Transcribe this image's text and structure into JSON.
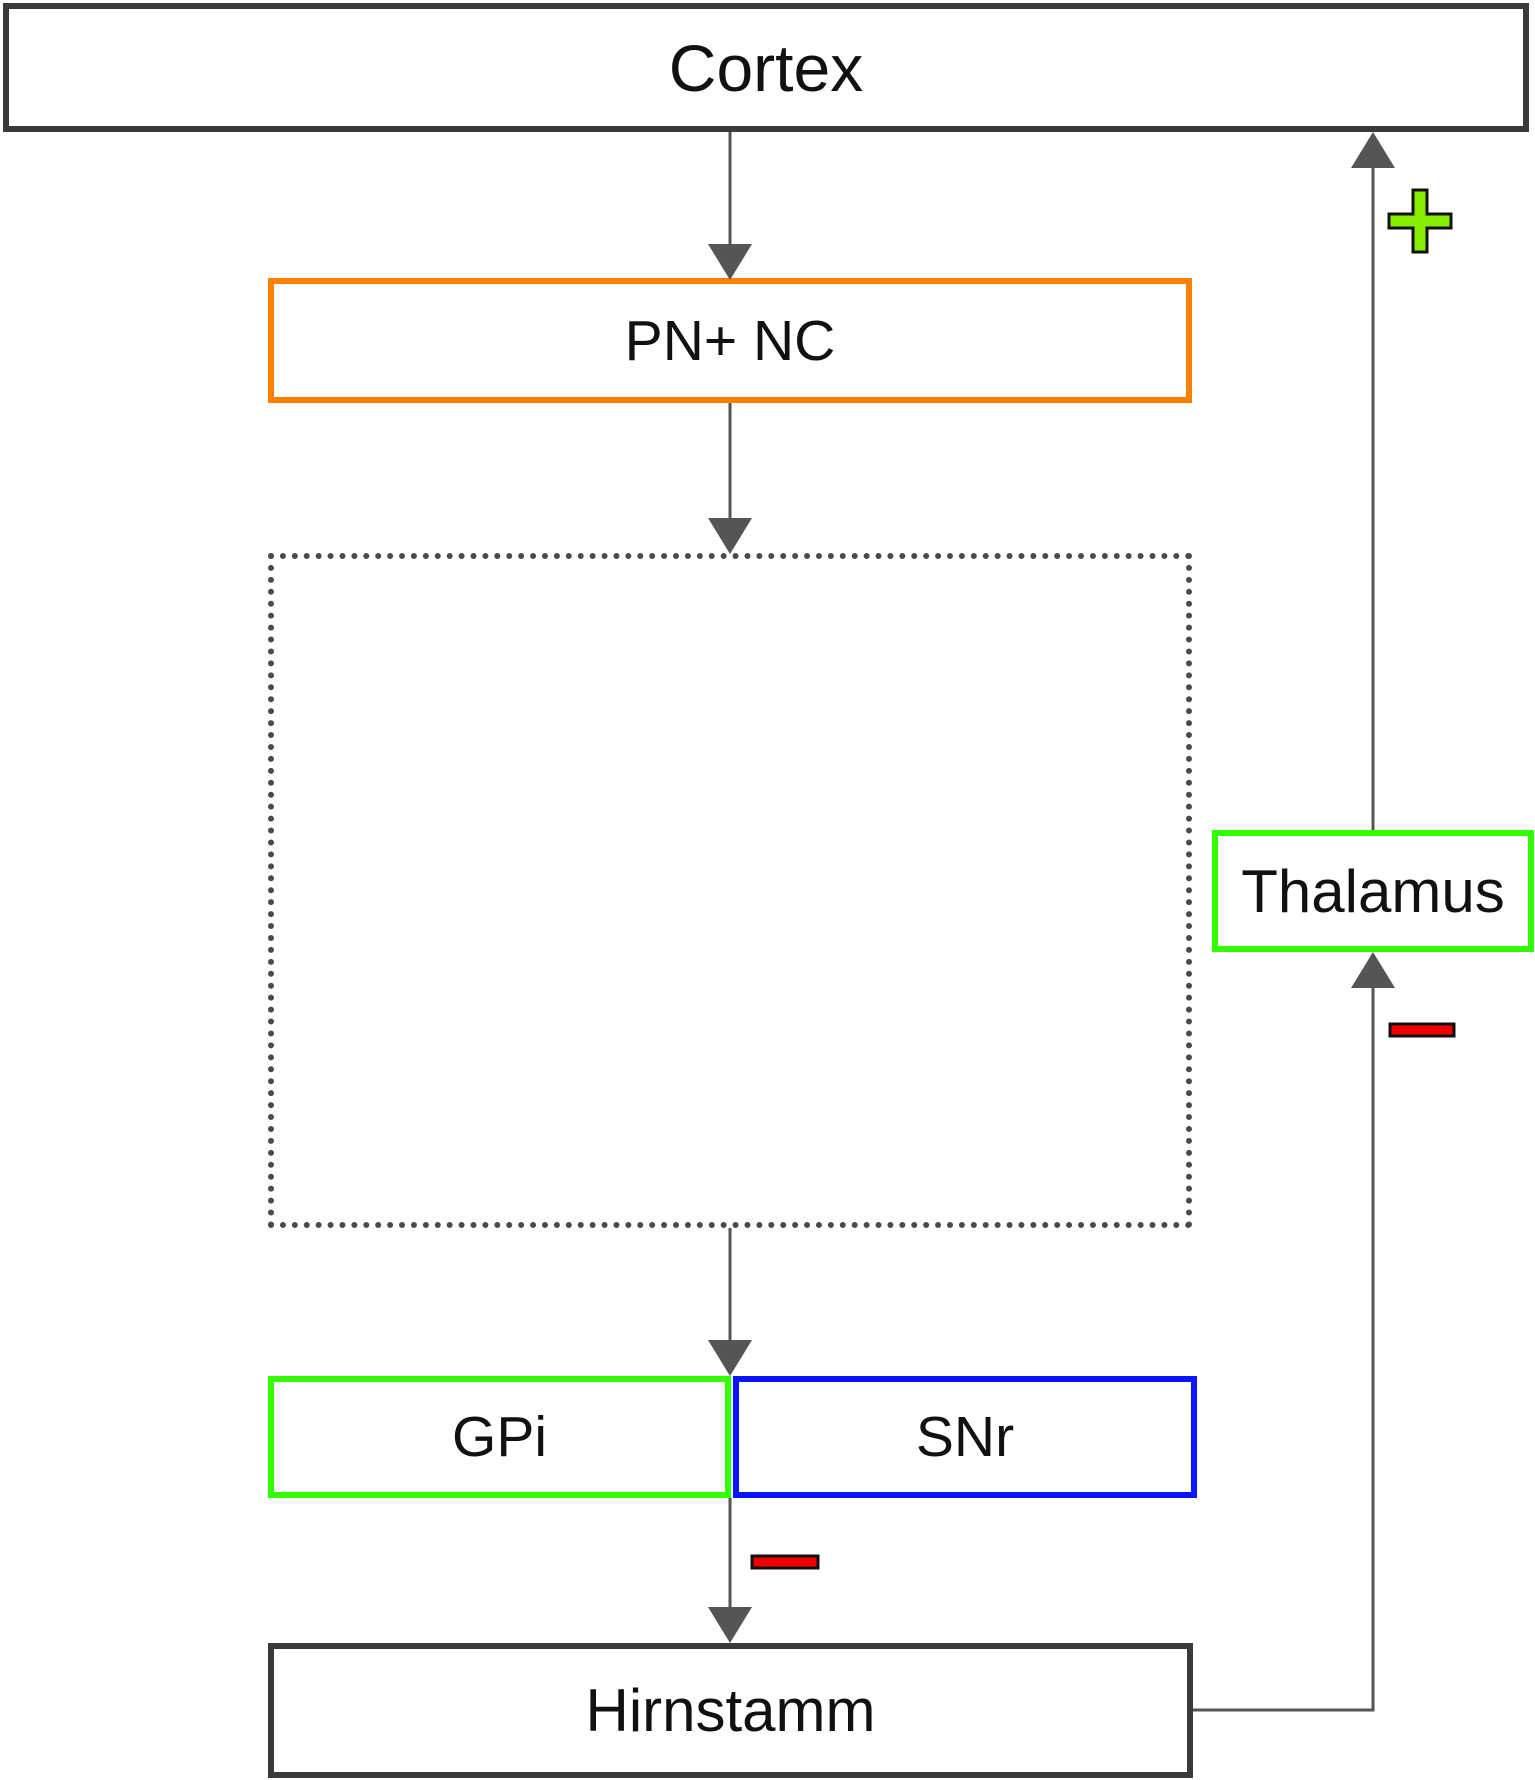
{
  "nodes": {
    "cortex": "Cortex",
    "pn_nc": "PN+ NC",
    "thalamus": "Thalamus",
    "gpi": "GPi",
    "snr": "SNr",
    "hirnstamm": "Hirnstamm"
  },
  "edges": [
    {
      "from": "Cortex",
      "to": "PN+ NC",
      "sign": ""
    },
    {
      "from": "PN+ NC",
      "to": "dashed-region",
      "sign": ""
    },
    {
      "from": "dashed-region",
      "to": "GPi/SNr",
      "sign": ""
    },
    {
      "from": "GPi/SNr",
      "to": "Hirnstamm",
      "sign": "minus"
    },
    {
      "from": "Hirnstamm",
      "to": "Thalamus",
      "sign": "minus"
    },
    {
      "from": "Thalamus",
      "to": "Cortex",
      "sign": "plus"
    }
  ],
  "colors": {
    "line": "#555555",
    "box_border": "#3a3a3a",
    "orange": "#ff8000",
    "green": "#33ff00",
    "blue": "#0a14ff",
    "minus": "#ee0000",
    "plus": "#88ee00"
  }
}
